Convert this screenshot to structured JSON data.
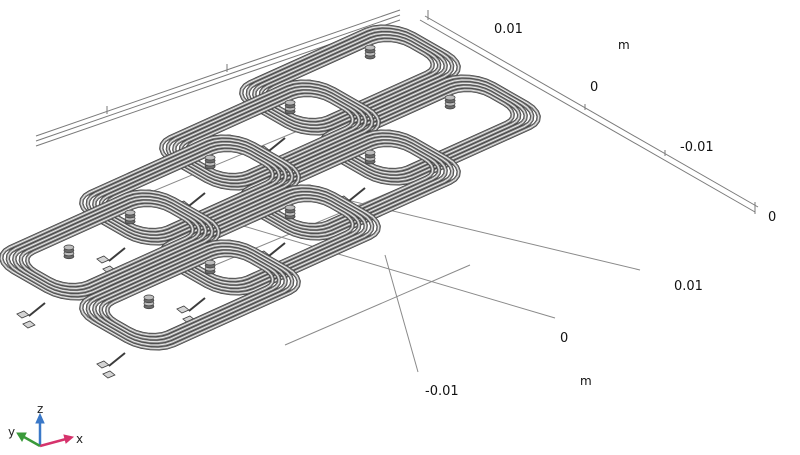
{
  "viewport": {
    "top_axis": {
      "tick_labels": [
        "0.01",
        "0",
        "-0.01",
        "0"
      ],
      "unit": "m"
    },
    "bottom_axis": {
      "tick_labels": [
        "0.01",
        "0",
        "-0.01"
      ],
      "unit": "m"
    },
    "triad": {
      "x_label": "x",
      "y_label": "y",
      "z_label": "z",
      "colors": {
        "x": "#d6336c",
        "y": "#3a9a3a",
        "z": "#3a78c8"
      }
    },
    "coil_array": {
      "rows": 2,
      "columns": 4,
      "turns_per_coil": 5,
      "wire_color": "#8c8c8c",
      "wire_highlight": "#f2f2f2",
      "wire_outline": "#3c3c3c"
    }
  }
}
